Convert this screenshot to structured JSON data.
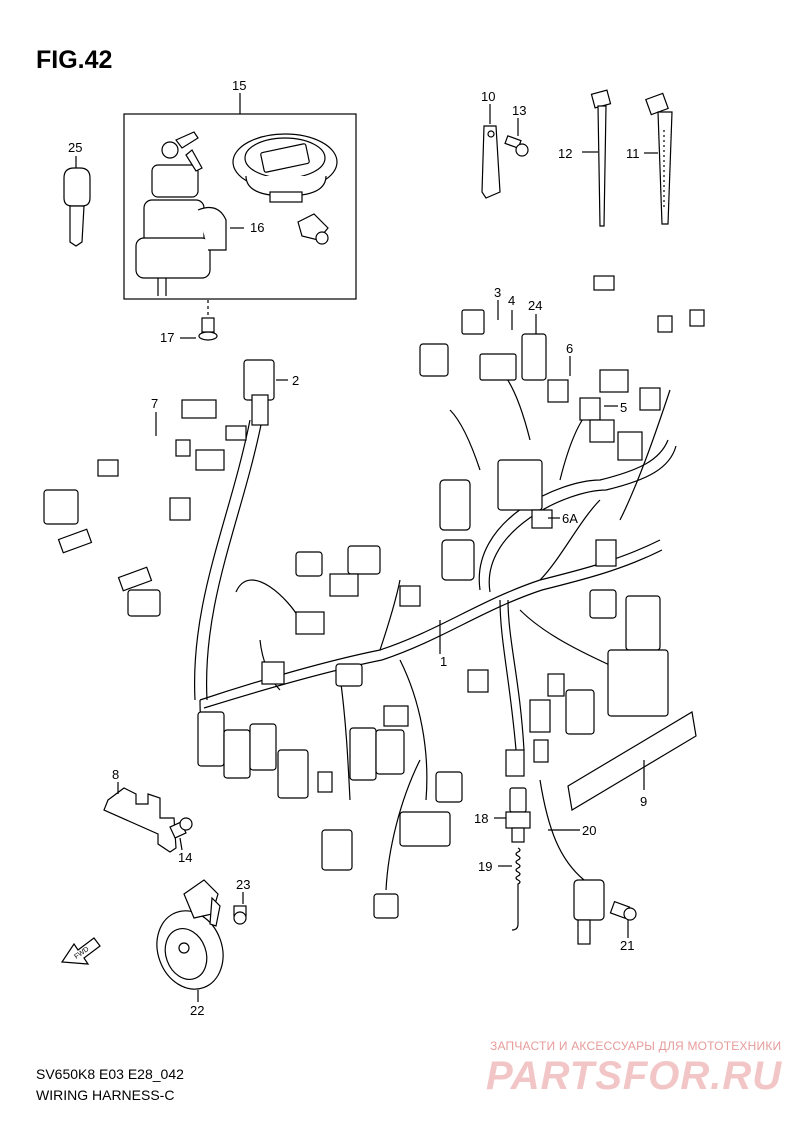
{
  "figure": {
    "title": "FIG.42",
    "code": "SV650K8 E03 E28_042",
    "name": "WIRING HARNESS-C"
  },
  "callouts": [
    "1",
    "2",
    "3",
    "4",
    "5",
    "6",
    "6A",
    "7",
    "8",
    "9",
    "10",
    "11",
    "12",
    "13",
    "14",
    "15",
    "16",
    "17",
    "18",
    "19",
    "20",
    "21",
    "22",
    "23",
    "24",
    "25"
  ],
  "arrow_label": "FWD",
  "watermark": {
    "tagline": "ЗАПЧАСТИ И АКСЕССУАРЫ ДЛЯ МОТОТЕХНИКИ",
    "logo": "PARTSFOR.RU",
    "color": "#e8a0a0"
  },
  "colors": {
    "line": "#000000",
    "background": "#ffffff"
  }
}
